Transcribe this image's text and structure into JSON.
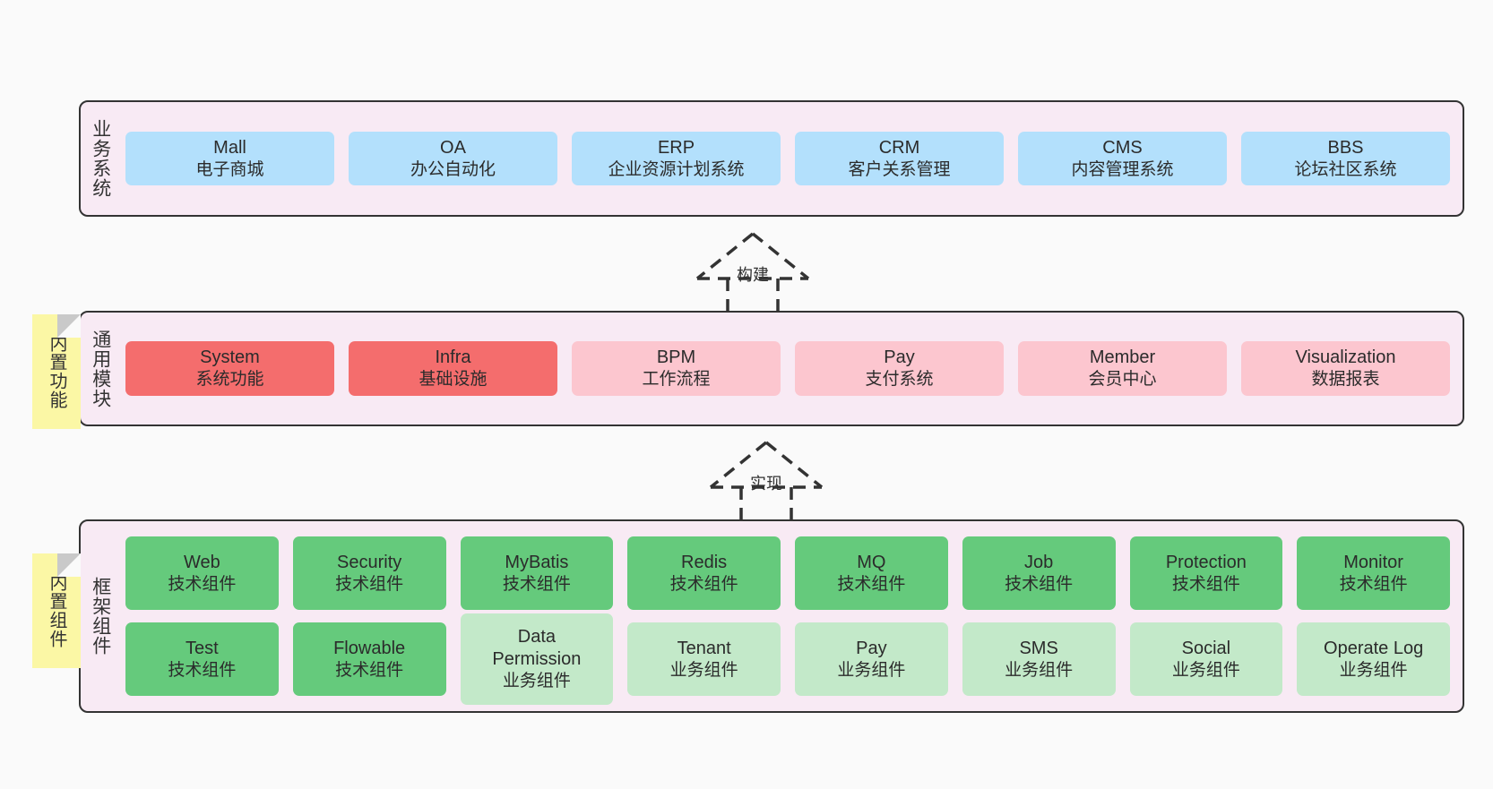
{
  "layers": [
    {
      "key": "business",
      "title": "业务系统",
      "rows": [
        {
          "cards": [
            {
              "en": "Mall",
              "cn": "电子商城",
              "style": "c-blue"
            },
            {
              "en": "OA",
              "cn": "办公自动化",
              "style": "c-blue"
            },
            {
              "en": "ERP",
              "cn": "企业资源计划系统",
              "style": "c-blue"
            },
            {
              "en": "CRM",
              "cn": "客户关系管理",
              "style": "c-blue"
            },
            {
              "en": "CMS",
              "cn": "内容管理系统",
              "style": "c-blue"
            },
            {
              "en": "BBS",
              "cn": "论坛社区系统",
              "style": "c-blue"
            }
          ]
        }
      ]
    },
    {
      "key": "common",
      "title": "通用模块",
      "sticky": "内置功能",
      "rows": [
        {
          "cards": [
            {
              "en": "System",
              "cn": "系统功能",
              "style": "c-red"
            },
            {
              "en": "Infra",
              "cn": "基础设施",
              "style": "c-red"
            },
            {
              "en": "BPM",
              "cn": "工作流程",
              "style": "c-pink"
            },
            {
              "en": "Pay",
              "cn": "支付系统",
              "style": "c-pink"
            },
            {
              "en": "Member",
              "cn": "会员中心",
              "style": "c-pink"
            },
            {
              "en": "Visualization",
              "cn": "数据报表",
              "style": "c-pink"
            }
          ]
        }
      ]
    },
    {
      "key": "framework",
      "title": "框架组件",
      "sticky": "内置组件",
      "rows": [
        {
          "cards": [
            {
              "en": "Web",
              "cn": "技术组件",
              "style": "c-green"
            },
            {
              "en": "Security",
              "cn": "技术组件",
              "style": "c-green"
            },
            {
              "en": "MyBatis",
              "cn": "技术组件",
              "style": "c-green"
            },
            {
              "en": "Redis",
              "cn": "技术组件",
              "style": "c-green"
            },
            {
              "en": "MQ",
              "cn": "技术组件",
              "style": "c-green"
            },
            {
              "en": "Job",
              "cn": "技术组件",
              "style": "c-green"
            },
            {
              "en": "Protection",
              "cn": "技术组件",
              "style": "c-green"
            },
            {
              "en": "Monitor",
              "cn": "技术组件",
              "style": "c-green"
            }
          ]
        },
        {
          "cards": [
            {
              "en": "Test",
              "cn": "技术组件",
              "style": "c-green"
            },
            {
              "en": "Flowable",
              "cn": "技术组件",
              "style": "c-green"
            },
            {
              "en": "Data Permission",
              "cn": "业务组件",
              "style": "c-lightgreen"
            },
            {
              "en": "Tenant",
              "cn": "业务组件",
              "style": "c-lightgreen"
            },
            {
              "en": "Pay",
              "cn": "业务组件",
              "style": "c-lightgreen"
            },
            {
              "en": "SMS",
              "cn": "业务组件",
              "style": "c-lightgreen"
            },
            {
              "en": "Social",
              "cn": "业务组件",
              "style": "c-lightgreen"
            },
            {
              "en": "Operate Log",
              "cn": "业务组件",
              "style": "c-lightgreen"
            }
          ]
        }
      ]
    }
  ],
  "connectors": [
    {
      "key": "build",
      "label": "构建"
    },
    {
      "key": "implement",
      "label": "实现"
    }
  ],
  "colors": {
    "panel_bg": "#f8eaf4",
    "panel_border": "#333333",
    "canvas_bg": "#fafafa",
    "blue": "#b3e0fc",
    "red": "#f46d6d",
    "pink": "#fcc6cf",
    "green": "#65ca7c",
    "light_green": "#c3e9c9",
    "sticky": "#fbf7a5"
  }
}
